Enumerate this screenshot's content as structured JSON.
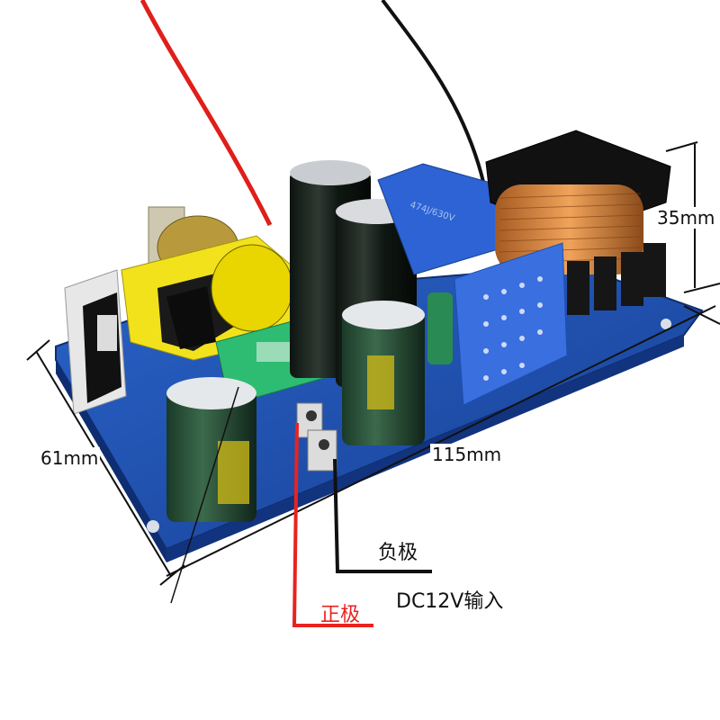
{
  "labels": {
    "width": "115mm",
    "depth": "61mm",
    "height": "35mm",
    "negative": "负极",
    "positive": "正极",
    "input": "DC12V输入"
  },
  "colors": {
    "board": "#1f55b8",
    "positive_wire": "#e8231f",
    "negative_wire": "#111111",
    "coil": "#d8873a",
    "transformer": "#f2e21c"
  }
}
